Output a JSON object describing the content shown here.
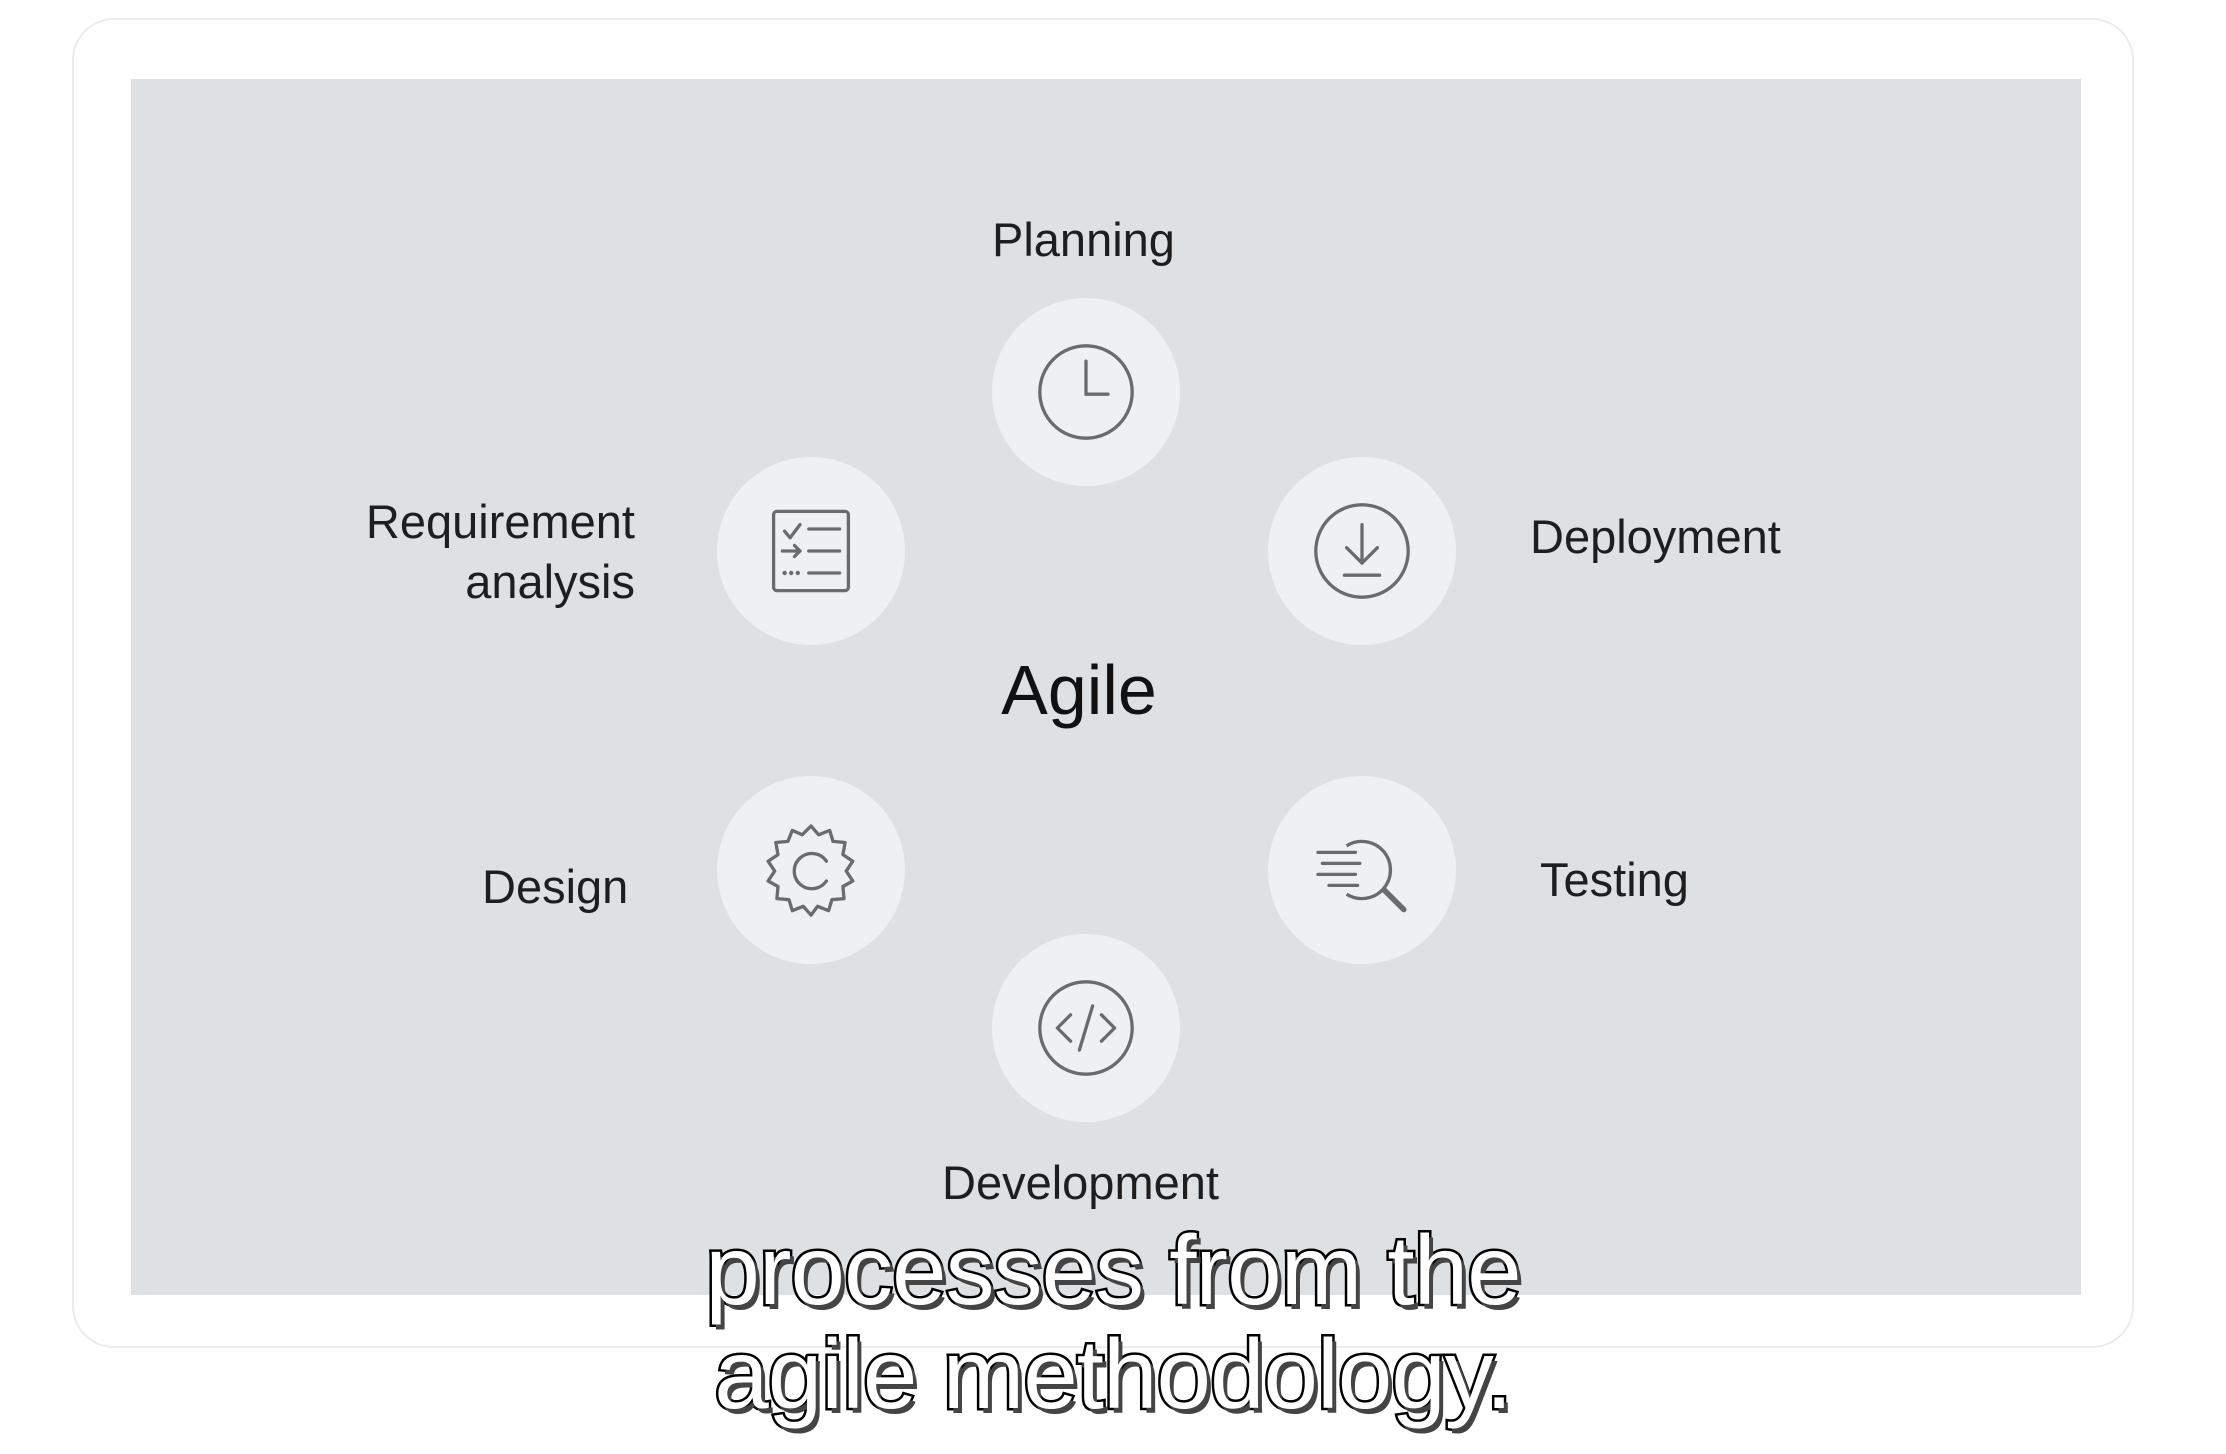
{
  "diagram": {
    "center": "Agile",
    "stages": [
      {
        "label": "Planning",
        "icon": "clock-icon"
      },
      {
        "label": "Deployment",
        "icon": "download-icon"
      },
      {
        "label": "Testing",
        "icon": "magnifier-icon"
      },
      {
        "label": "Development",
        "icon": "code-icon"
      },
      {
        "label": "Design",
        "icon": "gear-icon"
      },
      {
        "label": "Requirement analysis",
        "icon": "checklist-icon",
        "label_lines": [
          "Requirement",
          "analysis"
        ]
      }
    ]
  },
  "captions": {
    "line1": "processes from the",
    "line2": "agile methodology."
  },
  "colors": {
    "slide_background": "#dde1e4",
    "node_fill": "#eef0f1",
    "icon_stroke": "#6b6b6b"
  }
}
